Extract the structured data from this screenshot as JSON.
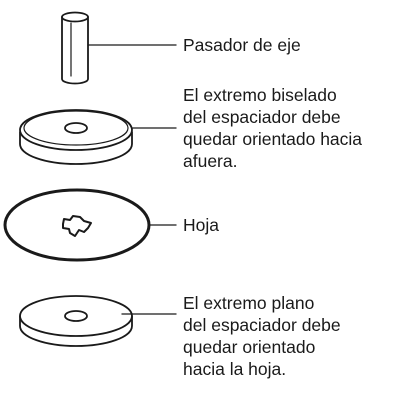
{
  "labels": {
    "axle_pin": [
      "Pasador de eje"
    ],
    "spacer_beveled": [
      "El extremo biselado",
      "del espaciador debe",
      "quedar orientado hacia",
      "afuera."
    ],
    "blade": [
      "Hoja"
    ],
    "spacer_flat": [
      "El extremo plano",
      "del espaciador debe",
      "quedar orientado",
      "hacia la hoja."
    ]
  },
  "colors": {
    "stroke": "#1a1a1a",
    "fill": "#ffffff"
  }
}
